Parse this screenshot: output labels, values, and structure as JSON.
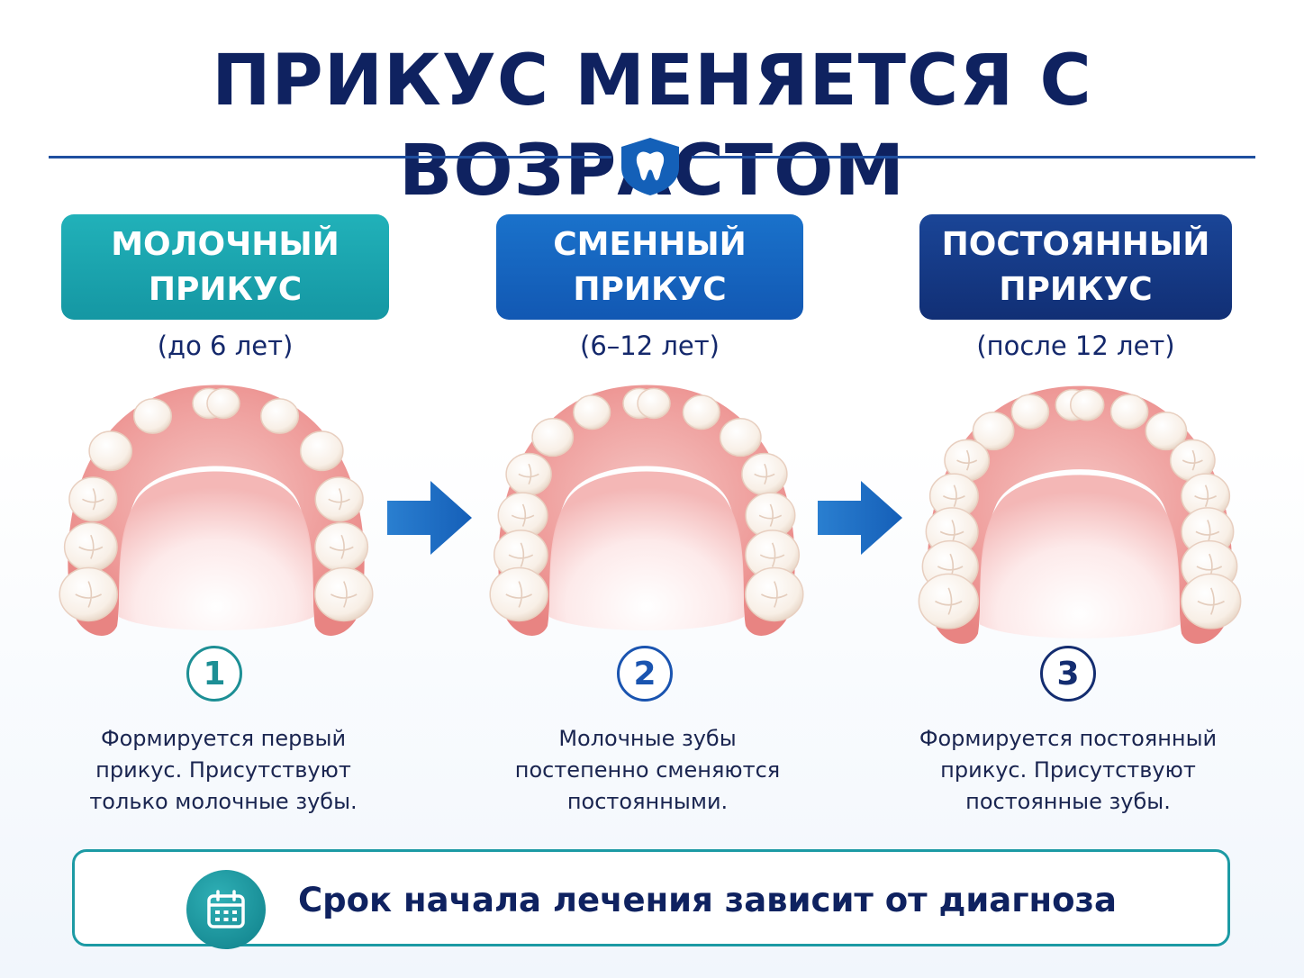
{
  "title": "ПРИКУС МЕНЯЕТСЯ С ВОЗРАСТОМ",
  "badge_icon": "tooth-shield-icon",
  "stages": [
    {
      "label_line1": "МОЛОЧНЫЙ",
      "label_line2": "ПРИКУС",
      "age": "(до 6 лет)",
      "number": "1",
      "desc_lines": [
        "Формируется первый",
        "прикус. Присутствуют",
        "только молочные зубы."
      ],
      "color": "#1aa3ad",
      "number_color": "#1d8f95",
      "teeth_count": 12
    },
    {
      "label_line1": "СМЕННЫЙ",
      "label_line2": "ПРИКУС",
      "age": "(6–12 лет)",
      "number": "2",
      "desc_lines": [
        "Молочные зубы",
        "постепенно сменяются",
        "постоянными."
      ],
      "color": "#1564bf",
      "number_color": "#1a54b0",
      "teeth_count": 14
    },
    {
      "label_line1": "ПОСТОЯННЫЙ",
      "label_line2": "ПРИКУС",
      "age": "(после 12 лет)",
      "number": "3",
      "desc_lines": [
        "Формируется постоянный",
        "прикус. Присутствуют",
        "постоянные зубы."
      ],
      "color": "#143a86",
      "number_color": "#142d70",
      "teeth_count": 16
    }
  ],
  "footer": {
    "icon": "calendar-icon",
    "text": "Срок начала лечения зависит от диагноза"
  },
  "colors": {
    "title": "#0f2260",
    "arrow": "#1766c0",
    "footer_border": "#1c9aa4"
  }
}
